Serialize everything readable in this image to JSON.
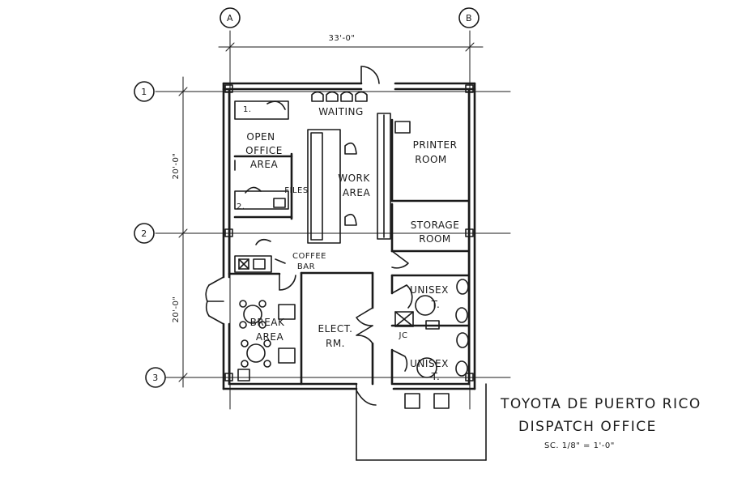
{
  "grid": {
    "columns": [
      "A",
      "B"
    ],
    "rows": [
      "1",
      "2",
      "3"
    ]
  },
  "dimensions": {
    "overall_width": "33'-0\"",
    "bay_upper": "20'-0\"",
    "bay_lower": "20'-0\""
  },
  "rooms": {
    "waiting": "WAITING",
    "open_office_1": "OPEN",
    "open_office_2": "OFFICE",
    "open_office_3": "AREA",
    "desk_1": "1.",
    "desk_2": "2.",
    "files": "FILES",
    "work_area_1": "WORK",
    "work_area_2": "AREA",
    "printer_room_1": "PRINTER",
    "printer_room_2": "ROOM",
    "storage_room_1": "STORAGE",
    "storage_room_2": "ROOM",
    "coffee_bar_1": "COFFEE",
    "coffee_bar_2": "BAR",
    "break_area_1": "BREAK",
    "break_area_2": "AREA",
    "elect_rm_1": "ELECT.",
    "elect_rm_2": "RM.",
    "unisex_1a": "UNISEX",
    "unisex_1b": "T.",
    "unisex_2a": "UNISEX",
    "unisex_2b": "T.",
    "janitor": "JC"
  },
  "title_block": {
    "line1": "TOYOTA DE PUERTO RICO",
    "line2": "DISPATCH OFFICE",
    "scale": "SC. 1/8\" = 1'-0\""
  }
}
